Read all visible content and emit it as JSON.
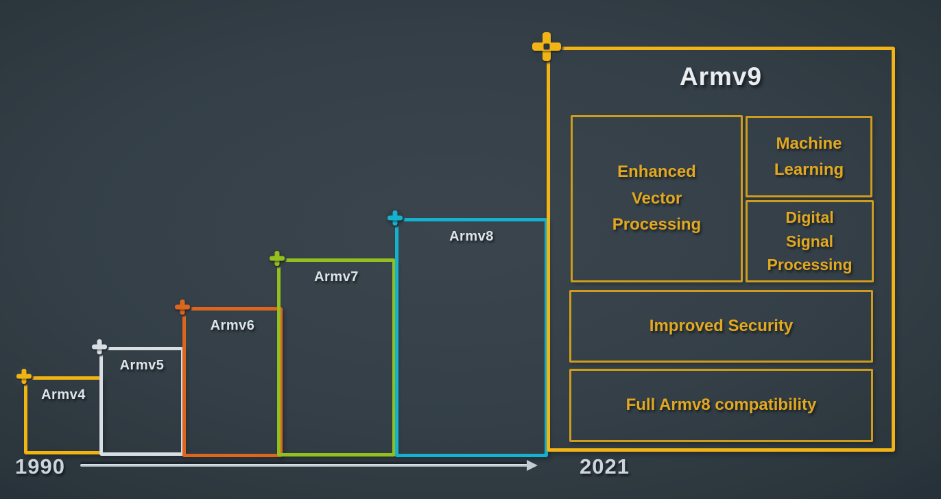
{
  "diagram": {
    "generations": [
      {
        "label": "Armv4",
        "color": "#f0b413"
      },
      {
        "label": "Armv5",
        "color": "#d7dee4"
      },
      {
        "label": "Armv6",
        "color": "#dd661f"
      },
      {
        "label": "Armv7",
        "color": "#93c01f"
      },
      {
        "label": "Armv8",
        "color": "#15b2d0"
      }
    ],
    "armv9": {
      "title": "Armv9",
      "color": "#f2b414",
      "features": [
        "Enhanced Vector Processing",
        "Machine Learning",
        "Digital Signal Processing",
        "Improved Security",
        "Full Armv8 compatibility"
      ]
    },
    "timeline": {
      "start": "1990",
      "end": "2021"
    },
    "colors": {
      "background": "#343f47",
      "feature_text_gold": "#e2a81f",
      "inner_border_gold": "#cf9d1e",
      "generation_label_text": "#dde4ea",
      "timeline_silver": "#c3cbd3"
    }
  }
}
